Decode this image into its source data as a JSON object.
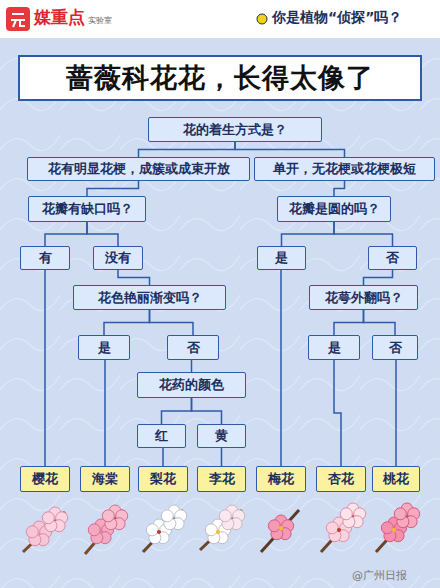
{
  "diagram": {
    "title": "蔷薇科花花，长得太像了",
    "nodes": [
      {
        "text": [
          "花的着生方式是？"
        ]
      },
      {
        "text": [
          "花有明显花梗，成簇或成束开放"
        ]
      },
      {
        "text": [
          "单开，无花梗或花梗极短"
        ]
      },
      {
        "text": [
          "花瓣有缺口吗？"
        ]
      },
      {
        "text": [
          "花瓣是圆的吗？"
        ]
      },
      {
        "text": [
          "有"
        ]
      },
      {
        "text": [
          "没有"
        ]
      },
      {
        "text": [
          "是"
        ]
      },
      {
        "text": [
          "否"
        ]
      },
      {
        "text": [
          "花色艳丽渐变吗？"
        ]
      },
      {
        "text": [
          "花萼外翻吗？"
        ]
      },
      {
        "text": [
          "是"
        ]
      },
      {
        "text": [
          "否"
        ]
      },
      {
        "text": [
          "是"
        ]
      },
      {
        "text": [
          "否"
        ]
      },
      {
        "text": [
          "花药的颜色"
        ]
      },
      {
        "text": [
          "红"
        ]
      },
      {
        "text": [
          "黄"
        ]
      },
      {
        "text": [
          "樱花"
        ]
      },
      {
        "text": [
          "海棠"
        ]
      },
      {
        "text": [
          "梨花"
        ]
      },
      {
        "text": [
          "李花"
        ]
      },
      {
        "text": [
          "梅花"
        ]
      },
      {
        "text": [
          "杏花"
        ]
      },
      {
        "text": [
          "桃花"
        ]
      }
    ],
    "edges": [
      {
        "from": 0,
        "to": 1,
        "arrow": "none"
      },
      {
        "from": 0,
        "to": 2,
        "arrow": "none"
      },
      {
        "from": 1,
        "to": 3,
        "arrow": "none"
      },
      {
        "from": 2,
        "to": 4,
        "arrow": "none"
      },
      {
        "from": 3,
        "to": 5,
        "arrow": "none"
      },
      {
        "from": 3,
        "to": 6,
        "arrow": "none"
      },
      {
        "from": 4,
        "to": 7,
        "arrow": "none"
      },
      {
        "from": 4,
        "to": 8,
        "arrow": "none"
      },
      {
        "from": 5,
        "to": 18,
        "arrow": "none"
      },
      {
        "from": 6,
        "to": 9,
        "arrow": "none"
      },
      {
        "from": 7,
        "to": 22,
        "arrow": "none"
      },
      {
        "from": 8,
        "to": 10,
        "arrow": "none"
      },
      {
        "from": 9,
        "to": 11,
        "arrow": "none"
      },
      {
        "from": 9,
        "to": 12,
        "arrow": "none"
      },
      {
        "from": 10,
        "to": 13,
        "arrow": "none"
      },
      {
        "from": 10,
        "to": 14,
        "arrow": "none"
      },
      {
        "from": 11,
        "to": 19,
        "arrow": "none"
      },
      {
        "from": 12,
        "to": 15,
        "arrow": "none"
      },
      {
        "from": 13,
        "to": 23,
        "arrow": "none"
      },
      {
        "from": 14,
        "to": 24,
        "arrow": "none"
      },
      {
        "from": 15,
        "to": 16,
        "arrow": "none"
      },
      {
        "from": 15,
        "to": 17,
        "arrow": "none"
      },
      {
        "from": 16,
        "to": 20,
        "arrow": "none"
      },
      {
        "from": 17,
        "to": 21,
        "arrow": "none"
      }
    ],
    "labels": [
      "媒重点",
      "实验室",
      "你是植物“侦探”吗？",
      "@广州日报"
    ]
  }
}
